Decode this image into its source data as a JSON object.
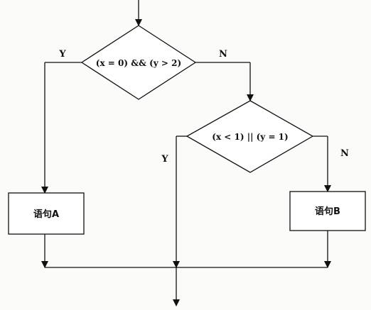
{
  "flowchart": {
    "condition1": "(x = 0) && (y > 2)",
    "condition2": "(x < 1) || (y = 1)",
    "statement_a": "语句A",
    "statement_b": "语句B",
    "yes_label_1": "Y",
    "no_label_1": "N",
    "yes_label_2": "Y",
    "no_label_2": "N"
  }
}
